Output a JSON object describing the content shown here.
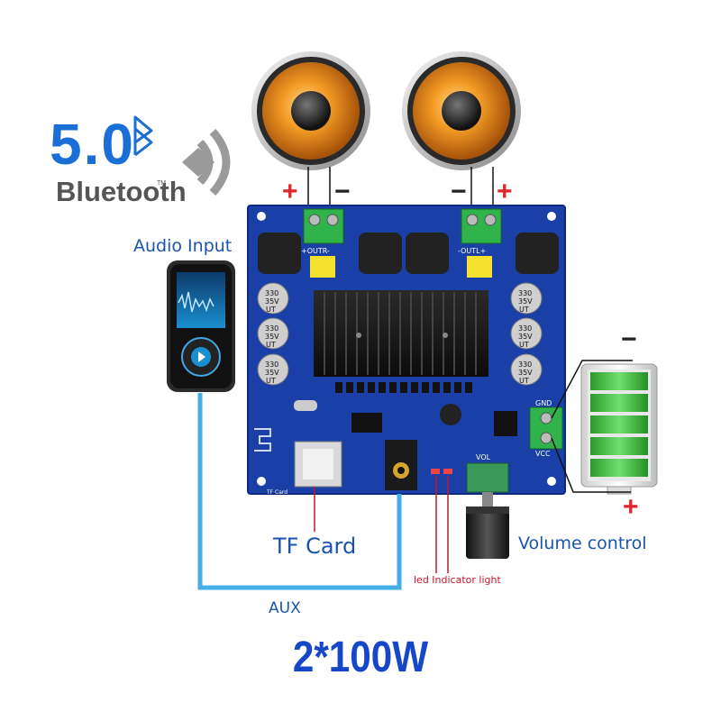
{
  "bluetooth": {
    "version": "5.0",
    "word": "Bluetooth",
    "tm": "TM"
  },
  "labels": {
    "audio_input": "Audio Input",
    "tf_card": "TF Card",
    "aux": "AUX",
    "led_indicator": "led Indicator light",
    "volume_control": "Volume control"
  },
  "power": "2*100W",
  "board": {
    "out_left": "+OUTR-",
    "out_right": "-OUTL+",
    "gnd": "GND",
    "vcc": "VCC",
    "vol": "VOL",
    "tf": "TF Card",
    "capacitor": [
      "330",
      "35V",
      "UT"
    ]
  },
  "polarity": {
    "plus": "+",
    "minus": "−"
  },
  "colors": {
    "board": "#1a3fa6",
    "label_blue": "#1a54b0",
    "plus_red": "#e0242b",
    "bluetooth_blue": "#1a6fd6",
    "cable_blue": "#44aee8",
    "battery_green": "#3bc53b"
  }
}
